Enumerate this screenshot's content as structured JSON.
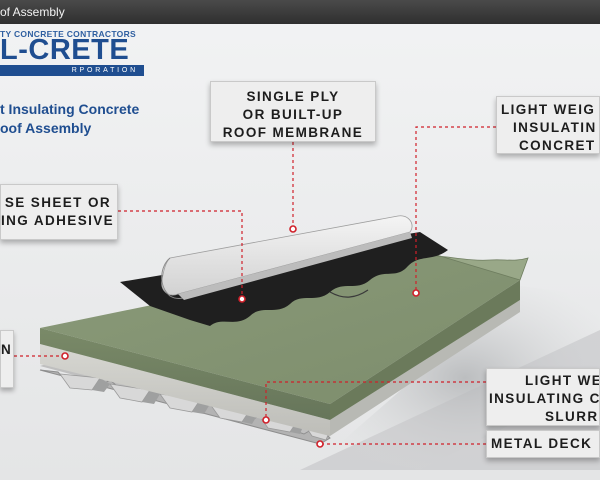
{
  "window": {
    "title": "of Assembly"
  },
  "logo": {
    "tagline": "TY CONCRETE CONTRACTORS",
    "wordmark": "L-CRETE",
    "subline": "RPORATION"
  },
  "heading": {
    "line1": "t Insulating Concrete",
    "line2": "oof Assembly"
  },
  "labels": {
    "membrane": [
      "SINGLE PLY",
      "OR BUILT-UP",
      "ROOF MEMBRANE"
    ],
    "base_sheet": [
      "SE SHEET OR",
      "ING ADHESIVE"
    ],
    "lwic_top": [
      "LIGHT WEIG",
      "INSULATIN",
      "CONCRET"
    ],
    "left_layer": [
      "N"
    ],
    "lwic_slurry": [
      "LIGHT WE",
      "INSULATING CO",
      "SLURR"
    ],
    "metal_deck": [
      "METAL DECK"
    ]
  },
  "colors": {
    "brand_blue": "#1f4e90",
    "leader_red": "#d0202a",
    "concrete_green": "#8d9d7b",
    "membrane_black": "#222222",
    "sheet_white": "#e9e9e9",
    "deck_gray": "#c4c4c4",
    "background": "#ebeced"
  }
}
